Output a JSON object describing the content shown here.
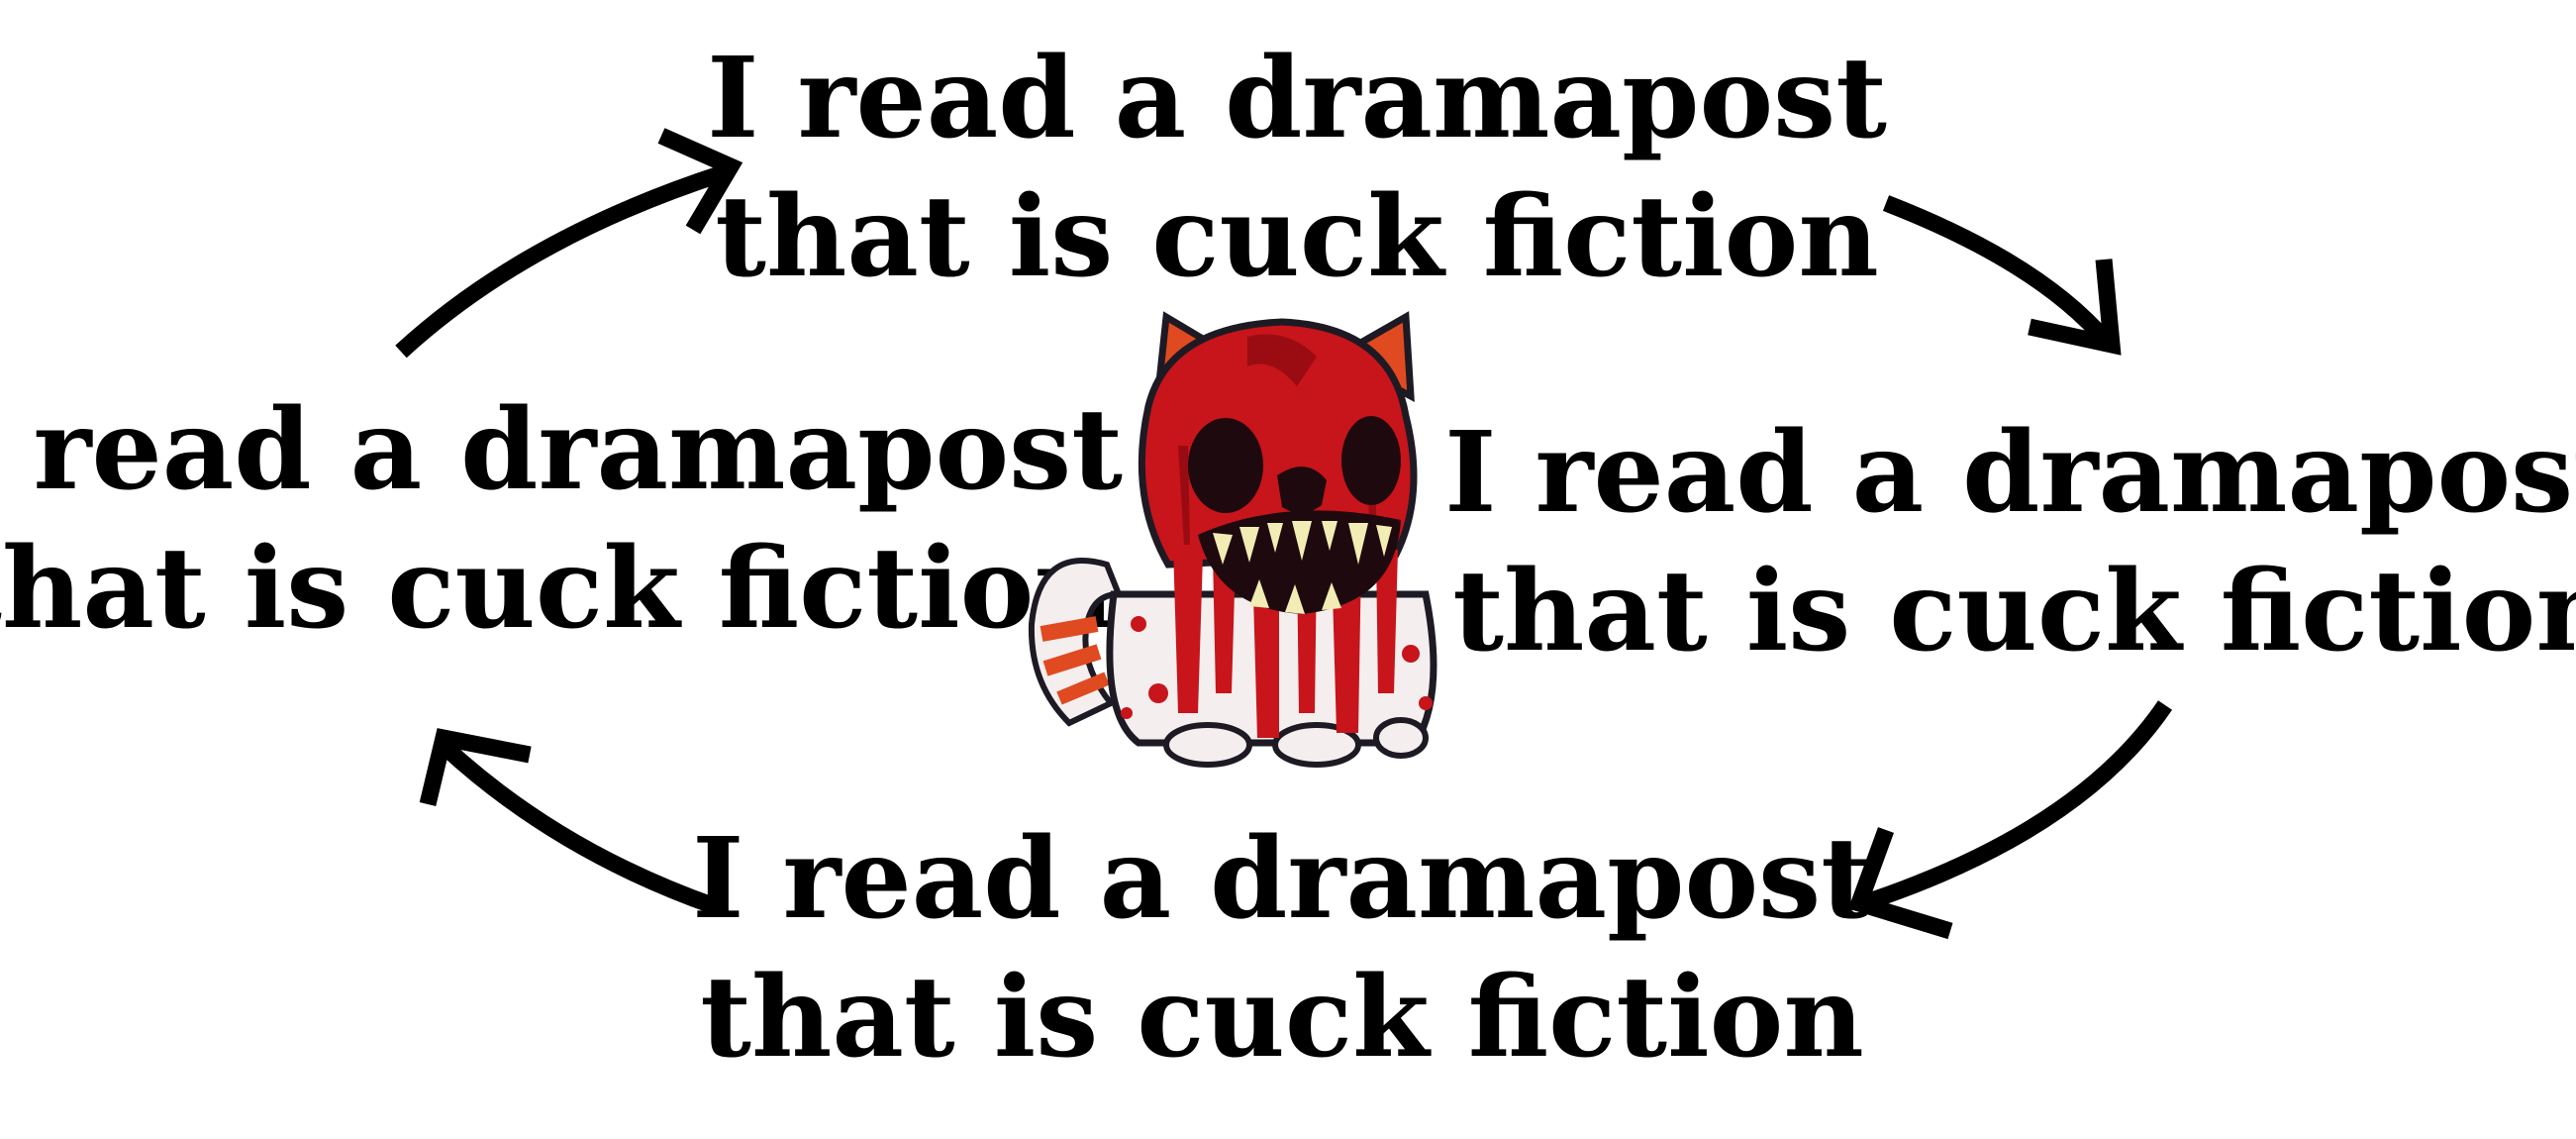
{
  "phrases": {
    "top": {
      "line1": "I read a dramapost",
      "line2": "that is cuck fiction"
    },
    "left": {
      "line1": "I read a dramapost",
      "line2": "that is cuck fiction"
    },
    "right": {
      "line1": "I read a dramapost",
      "line2": "that is cuck fiction"
    },
    "bottom": {
      "line1": "I read a dramapost",
      "line2": "that is cuck fiction"
    }
  },
  "colors": {
    "text": "#000000",
    "arrow": "#000000",
    "cat_red": "#c8141b",
    "cat_dark_red": "#8e0a10",
    "cat_white": "#f4eeee",
    "cat_outline": "#1e1a24",
    "fang": "#f2edb4"
  },
  "icons": [
    "arrow-top-left-icon",
    "arrow-top-right-icon",
    "arrow-bottom-right-icon",
    "arrow-bottom-left-icon",
    "bloody-cat-icon"
  ]
}
